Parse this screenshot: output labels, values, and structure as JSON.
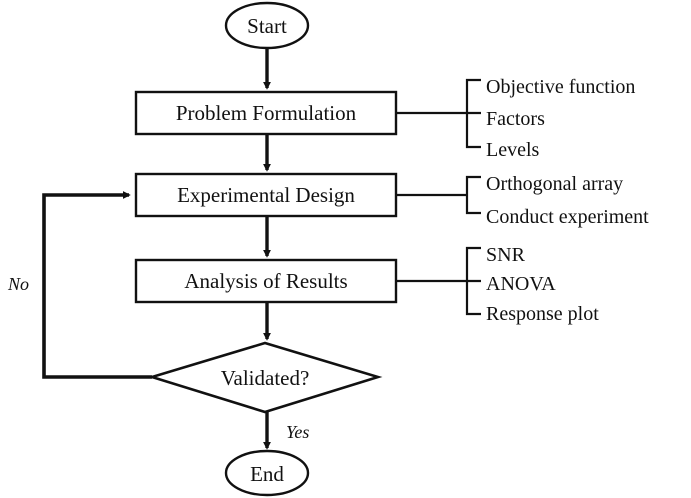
{
  "diagram": {
    "title": "Taguchi design of experiments process flowchart",
    "colors": {
      "stroke": "#111111",
      "fill": "#ffffff",
      "background": "#ffffff"
    },
    "nodes": {
      "start": {
        "label": "Start",
        "shape": "ellipse"
      },
      "problem_formulation": {
        "label": "Problem Formulation",
        "shape": "rectangle"
      },
      "experimental_design": {
        "label": "Experimental Design",
        "shape": "rectangle"
      },
      "analysis_of_results": {
        "label": "Analysis of Results",
        "shape": "rectangle"
      },
      "validated": {
        "label": "Validated?",
        "shape": "diamond"
      },
      "end": {
        "label": "End",
        "shape": "ellipse"
      }
    },
    "edge_labels": {
      "no": "No",
      "yes": "Yes"
    },
    "annotations": [
      {
        "for": "problem_formulation",
        "items": [
          "Objective function",
          "Factors",
          "Levels"
        ]
      },
      {
        "for": "experimental_design",
        "items": [
          "Orthogonal array",
          "Conduct experiment"
        ]
      },
      {
        "for": "analysis_of_results",
        "items": [
          "SNR",
          "ANOVA",
          "Response plot"
        ]
      }
    ]
  }
}
